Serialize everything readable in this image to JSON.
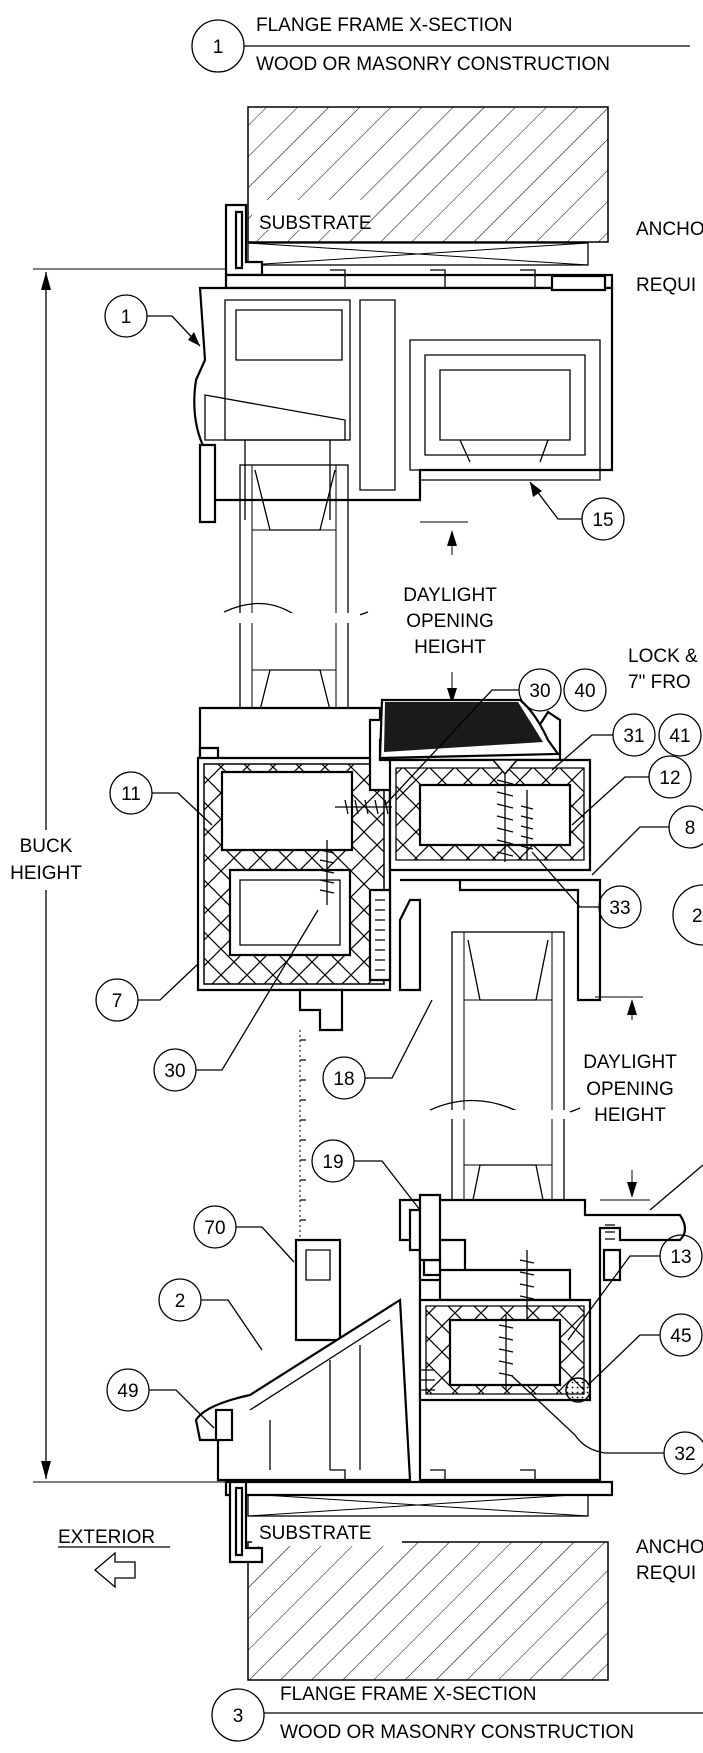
{
  "titles": {
    "top": {
      "number": "1",
      "line1": "FLANGE FRAME X-SECTION",
      "line2": "WOOD OR MASONRY CONSTRUCTION"
    },
    "bottom": {
      "number": "3",
      "line1": "FLANGE FRAME X-SECTION",
      "line2": "WOOD OR MASONRY CONSTRUCTION"
    }
  },
  "labels": {
    "substrate_top": "SUBSTRATE",
    "substrate_bottom": "SUBSTRATE",
    "anchor_top_1": "ANCHO",
    "anchor_top_2": "REQUI",
    "anchor_bottom_1": "ANCHO",
    "anchor_bottom_2": "REQUI",
    "buck_height_1": "BUCK",
    "buck_height_2": "HEIGHT",
    "daylight_upper_1": "DAYLIGHT",
    "daylight_upper_2": "OPENING",
    "daylight_upper_3": "HEIGHT",
    "daylight_lower_1": "DAYLIGHT",
    "daylight_lower_2": "OPENING",
    "daylight_lower_3": "HEIGHT",
    "lock_1": "LOCK &",
    "lock_2": "7\" FRO",
    "exterior": "EXTERIOR",
    "detail_marker": "2"
  },
  "callouts": {
    "c1": "1",
    "c15": "15",
    "c30a": "30",
    "c40": "40",
    "c31": "31",
    "c41": "41",
    "c12": "12",
    "c11": "11",
    "c8": "8",
    "c33": "33",
    "c7": "7",
    "c30b": "30",
    "c18": "18",
    "c19": "19",
    "c13": "13",
    "c70": "70",
    "c2": "2",
    "c45": "45",
    "c49": "49",
    "c32": "32"
  },
  "icons": {
    "exterior_arrow": "left-arrow-icon"
  }
}
